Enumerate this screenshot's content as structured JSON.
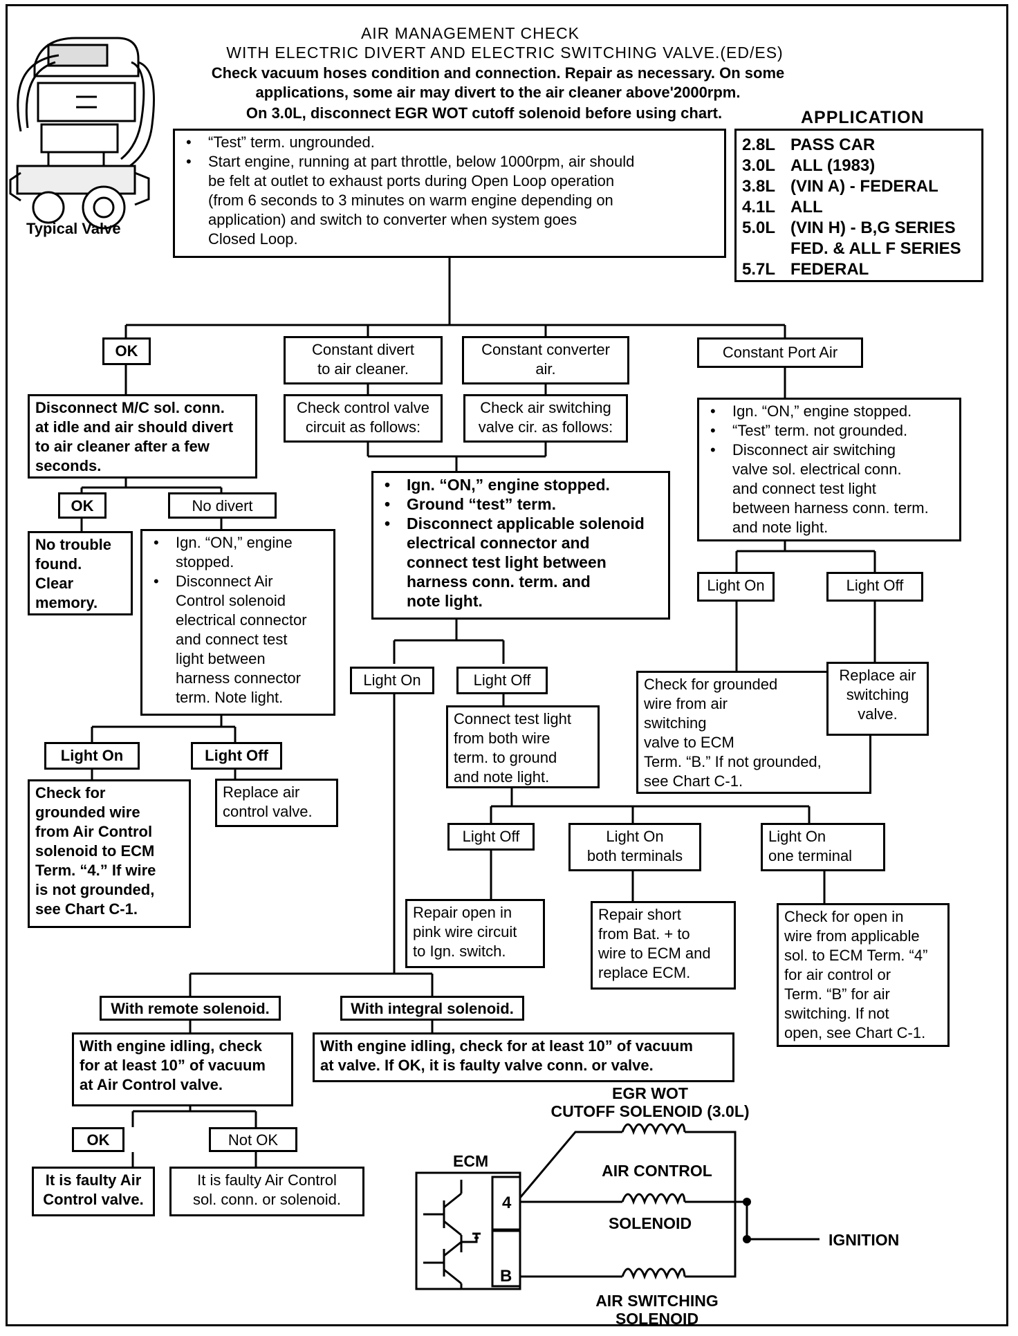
{
  "header": {
    "line1": "AIR MANAGEMENT CHECK",
    "line2": "WITH ELECTRIC DIVERT AND ELECTRIC SWITCHING VALVE.(ED/ES)",
    "line3": "Check vacuum hoses condition and connection. Repair as necessary. On some",
    "line4": "applications, some air may divert to the air cleaner above'2000rpm.",
    "line5": "On 3.0L, disconnect EGR WOT cutoff solenoid before using chart."
  },
  "valve_caption": "Typical Valve",
  "application": {
    "title": "APPLICATION",
    "rows": [
      {
        "engine": "2.8L",
        "desc": "PASS CAR"
      },
      {
        "engine": "3.0L",
        "desc": "ALL (1983)"
      },
      {
        "engine": "3.8L",
        "desc": "(VIN A) - FEDERAL"
      },
      {
        "engine": "4.1L",
        "desc": "ALL"
      },
      {
        "engine": "5.0L",
        "desc": "(VIN H) - B,G SERIES"
      },
      {
        "engine": "",
        "desc": "FED. & ALL F SERIES"
      },
      {
        "engine": "5.7L",
        "desc": "FEDERAL"
      }
    ]
  },
  "start": {
    "b1": "“Test” term. ungrounded.",
    "b2": [
      "Start engine, running at part throttle, below 1000rpm, air should",
      "be felt at outlet to exhaust ports during Open Loop operation",
      "(from 6 seconds to 3 minutes on warm engine depending on",
      "application) and switch to converter when system goes",
      "Closed Loop."
    ]
  },
  "ok1": "OK",
  "divert": [
    "Constant divert",
    "to air cleaner."
  ],
  "conv": [
    "Constant converter",
    "air."
  ],
  "port": "Constant Port Air",
  "disc_mc": [
    "Disconnect M/C sol. conn.",
    "at idle and air should divert",
    "to air cleaner after a few",
    "seconds."
  ],
  "ctrl_valve": [
    "Check control valve",
    "circuit as follows:"
  ],
  "air_sw": [
    "Check air switching",
    "valve cir. as follows:"
  ],
  "port_steps": {
    "b1": "Ign. “ON,” engine stopped.",
    "b2": "“Test” term. not grounded.",
    "b3": [
      "Disconnect air switching",
      "valve sol. electrical conn.",
      "and connect test light",
      "between harness conn. term.",
      "and note light."
    ]
  },
  "ok2": "OK",
  "no_divert": "No divert",
  "no_trouble": [
    "No trouble",
    "found.",
    "Clear",
    "memory."
  ],
  "nd_steps": {
    "b1": [
      "Ign. “ON,” engine",
      "stopped."
    ],
    "b2": [
      "Disconnect Air",
      "Control solenoid",
      "electrical connector",
      "and connect test",
      "light between",
      "harness connector",
      "term. Note light."
    ]
  },
  "mid_steps": {
    "b1": "Ign. “ON,” engine stopped.",
    "b2": "Ground “test” term.",
    "b3": [
      "Disconnect applicable solenoid",
      "electrical connector and",
      "connect test light between",
      "harness conn. term. and",
      "note light."
    ]
  },
  "port_on": "Light On",
  "port_off": "Light Off",
  "grounded_b": [
    "Check for grounded",
    "wire from air",
    "switching",
    "valve to ECM",
    "Term. “B.” If not grounded,",
    "see Chart C-1."
  ],
  "replace_sw": [
    "Replace air",
    "switching",
    "valve."
  ],
  "mid_on": "Light On",
  "mid_off": "Light Off",
  "both_wire": [
    "Connect test light",
    "from both wire",
    "term. to ground",
    "and note light."
  ],
  "nd_on": "Light On",
  "nd_off": "Light Off",
  "grounded_4": [
    "Check for",
    "grounded wire",
    "from Air Control",
    "solenoid to ECM",
    "Term. “4.” If wire",
    "is not grounded,",
    "see Chart C-1."
  ],
  "replace_ctrl": [
    "Replace air",
    "control valve."
  ],
  "off3": "Light Off",
  "on_both": [
    "Light On",
    "both terminals"
  ],
  "on_one": [
    "Light On",
    "one terminal"
  ],
  "repair_open": [
    "Repair open in",
    "pink wire circuit",
    "to Ign. switch."
  ],
  "repair_short": [
    "Repair short",
    "from Bat. + to",
    "wire to ECM and",
    "replace ECM."
  ],
  "check_open": [
    "Check for open in",
    "wire from applicable",
    "sol. to ECM Term. “4”",
    "for air control or",
    "Term. “B” for air",
    "switching. If not",
    "open, see Chart C-1."
  ],
  "remote": "With remote solenoid.",
  "integral": "With integral solenoid.",
  "remote_vac": [
    "With engine idling, check",
    "for at least 10” of vacuum",
    "at Air Control valve."
  ],
  "integral_vac": [
    "With engine idling, check for at least 10” of vacuum",
    "at valve. If OK, it is faulty valve conn. or valve."
  ],
  "ok3": "OK",
  "not_ok": "Not OK",
  "faulty_valve": [
    "It is faulty Air",
    "Control valve."
  ],
  "faulty_sol": [
    "It is faulty Air Control",
    "sol. conn. or solenoid."
  ],
  "wiring": {
    "egr": [
      "EGR WOT",
      "CUTOFF SOLENOID (3.0L)"
    ],
    "ecm": "ECM",
    "air_control": "AIR CONTROL",
    "solenoid1": "SOLENOID",
    "ignition": "IGNITION",
    "air_switching": [
      "AIR SWITCHING",
      "SOLENOID"
    ],
    "pin4": "4",
    "pinB": "B"
  }
}
